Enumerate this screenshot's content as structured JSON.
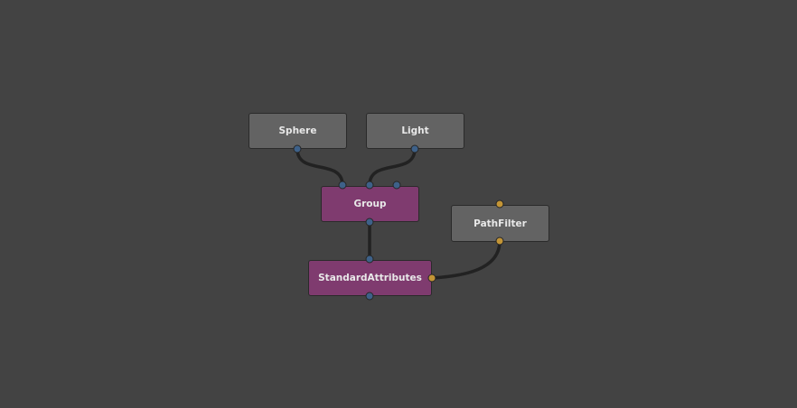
{
  "nodes": {
    "sphere": {
      "label": "Sphere"
    },
    "light": {
      "label": "Light"
    },
    "group": {
      "label": "Group"
    },
    "pathfilter": {
      "label": "PathFilter"
    },
    "standardattributes": {
      "label": "StandardAttributes"
    }
  },
  "colors": {
    "background": "#434343",
    "scene_node": "#636363",
    "processor_node": "#7f3b6f",
    "scene_plug": "#3e6189",
    "filter_plug": "#c39536",
    "wire": "#222222"
  }
}
